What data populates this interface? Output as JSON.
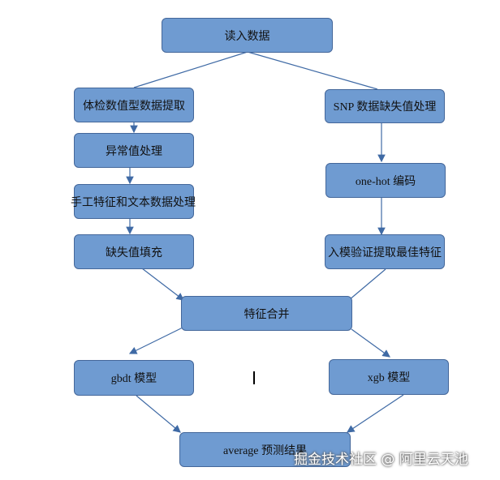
{
  "nodes": {
    "read_data": "读入数据",
    "physical_extract": "体检数值型数据提取",
    "snp_missing": "SNP 数据缺失值处理",
    "outlier": "异常值处理",
    "onehot": "one-hot 编码",
    "manual_features": "手工特征和文本数据处理",
    "model_validation": "入模验证提取最佳特征",
    "fill_missing": "缺失值填充",
    "merge_features": "特征合并",
    "gbdt_model": "gbdt 模型",
    "xgb_model": "xgb 模型",
    "average": "average 预测结果"
  },
  "watermark": "掘金技术社区 @ 阿里云天池",
  "colors": {
    "node_fill": "#6f9bd1",
    "node_border": "#44679a",
    "edge": "#3f6aa5"
  }
}
